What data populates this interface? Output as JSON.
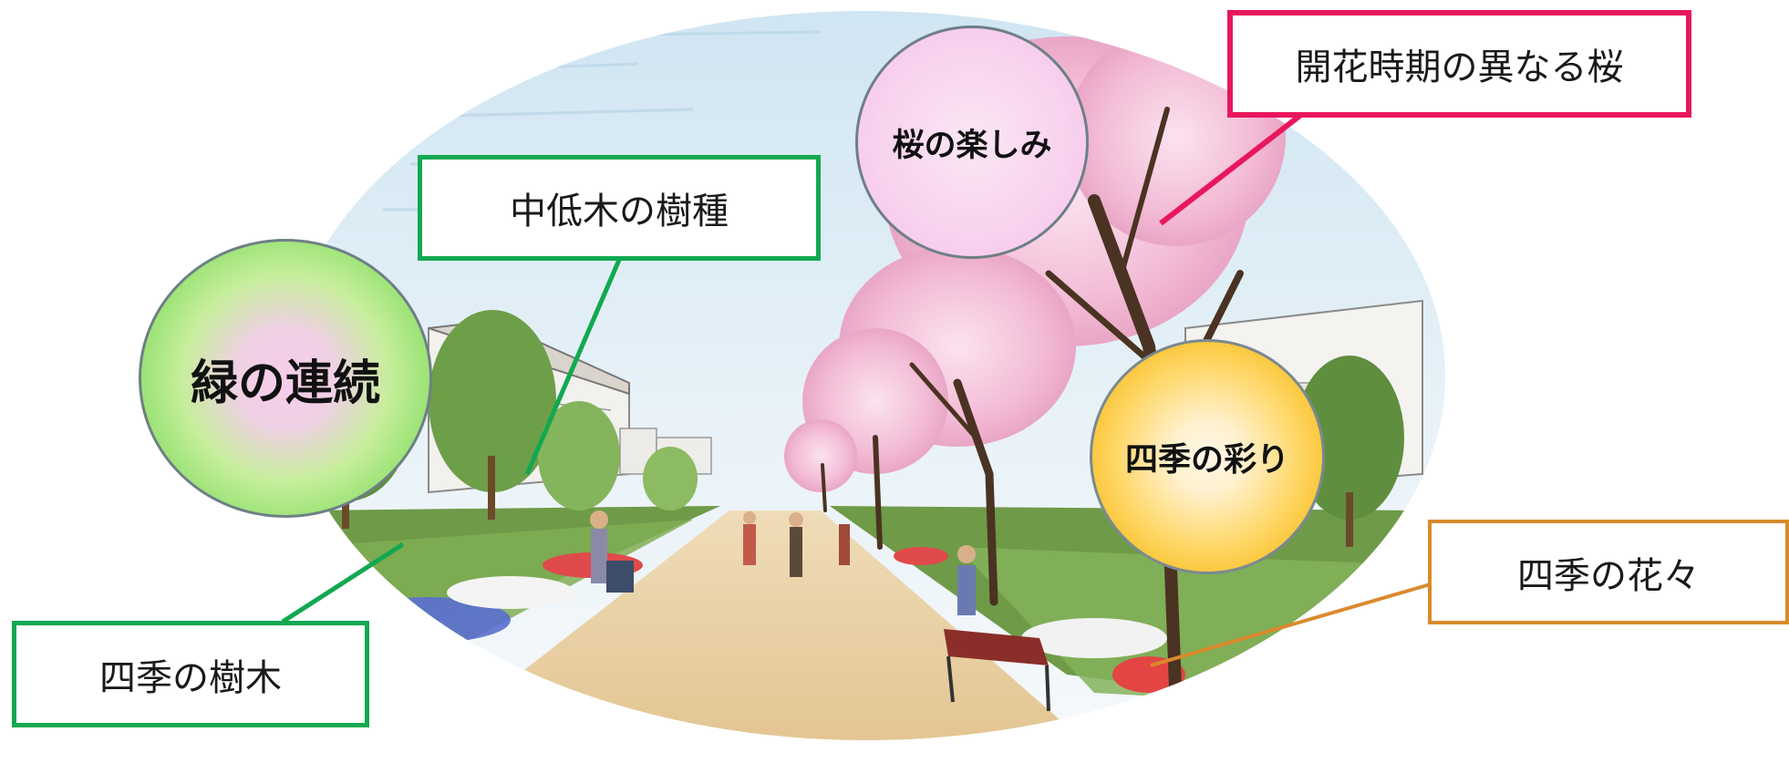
{
  "labels": {
    "top_right_box": "開花時期の異なる桜",
    "middle_box": "中低木の樹種",
    "bottom_left_box": "四季の樹木",
    "right_box": "四季の花々"
  },
  "circles": {
    "green": "緑の連続",
    "pink": "桜の楽しみ",
    "yellow": "四季の彩り"
  },
  "colors": {
    "green_accent": "#12a850",
    "pink_accent": "#e8175d",
    "orange_accent": "#d98a2c"
  }
}
